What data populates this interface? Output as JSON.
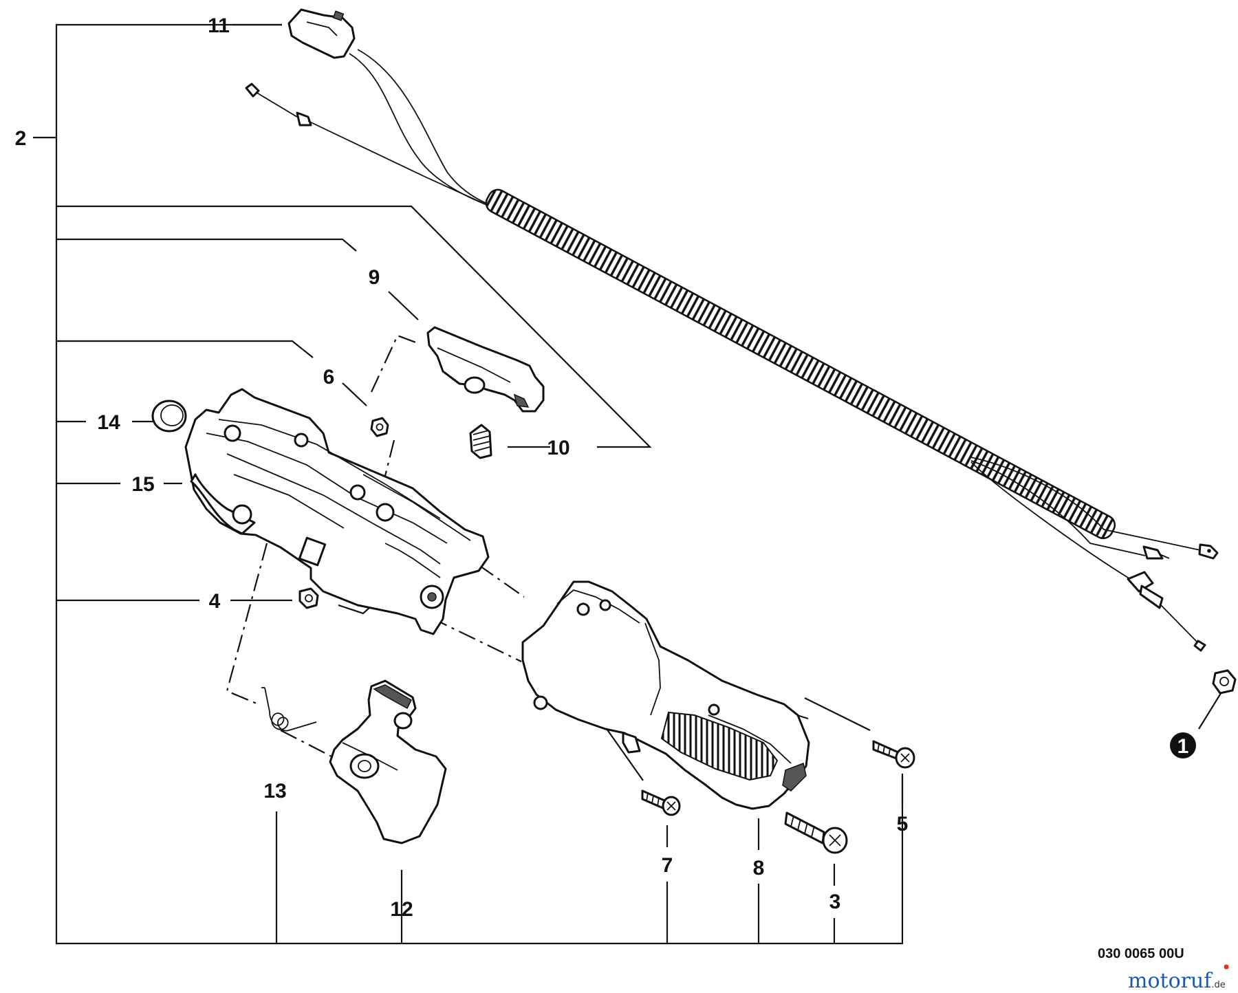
{
  "diagram": {
    "callouts": {
      "c1": "1",
      "c2": "2",
      "c3": "3",
      "c4": "4",
      "c5": "5",
      "c6": "6",
      "c7": "7",
      "c8": "8",
      "c9": "9",
      "c10": "10",
      "c11": "11",
      "c12": "12",
      "c13": "13",
      "c14": "14",
      "c15": "15"
    },
    "reference_code": "030 0065 00U",
    "watermark": {
      "brand": "motoruf",
      "suffix": ".de",
      "brand_color": "#1f5aa6",
      "dot_color": "#d9331a"
    }
  }
}
